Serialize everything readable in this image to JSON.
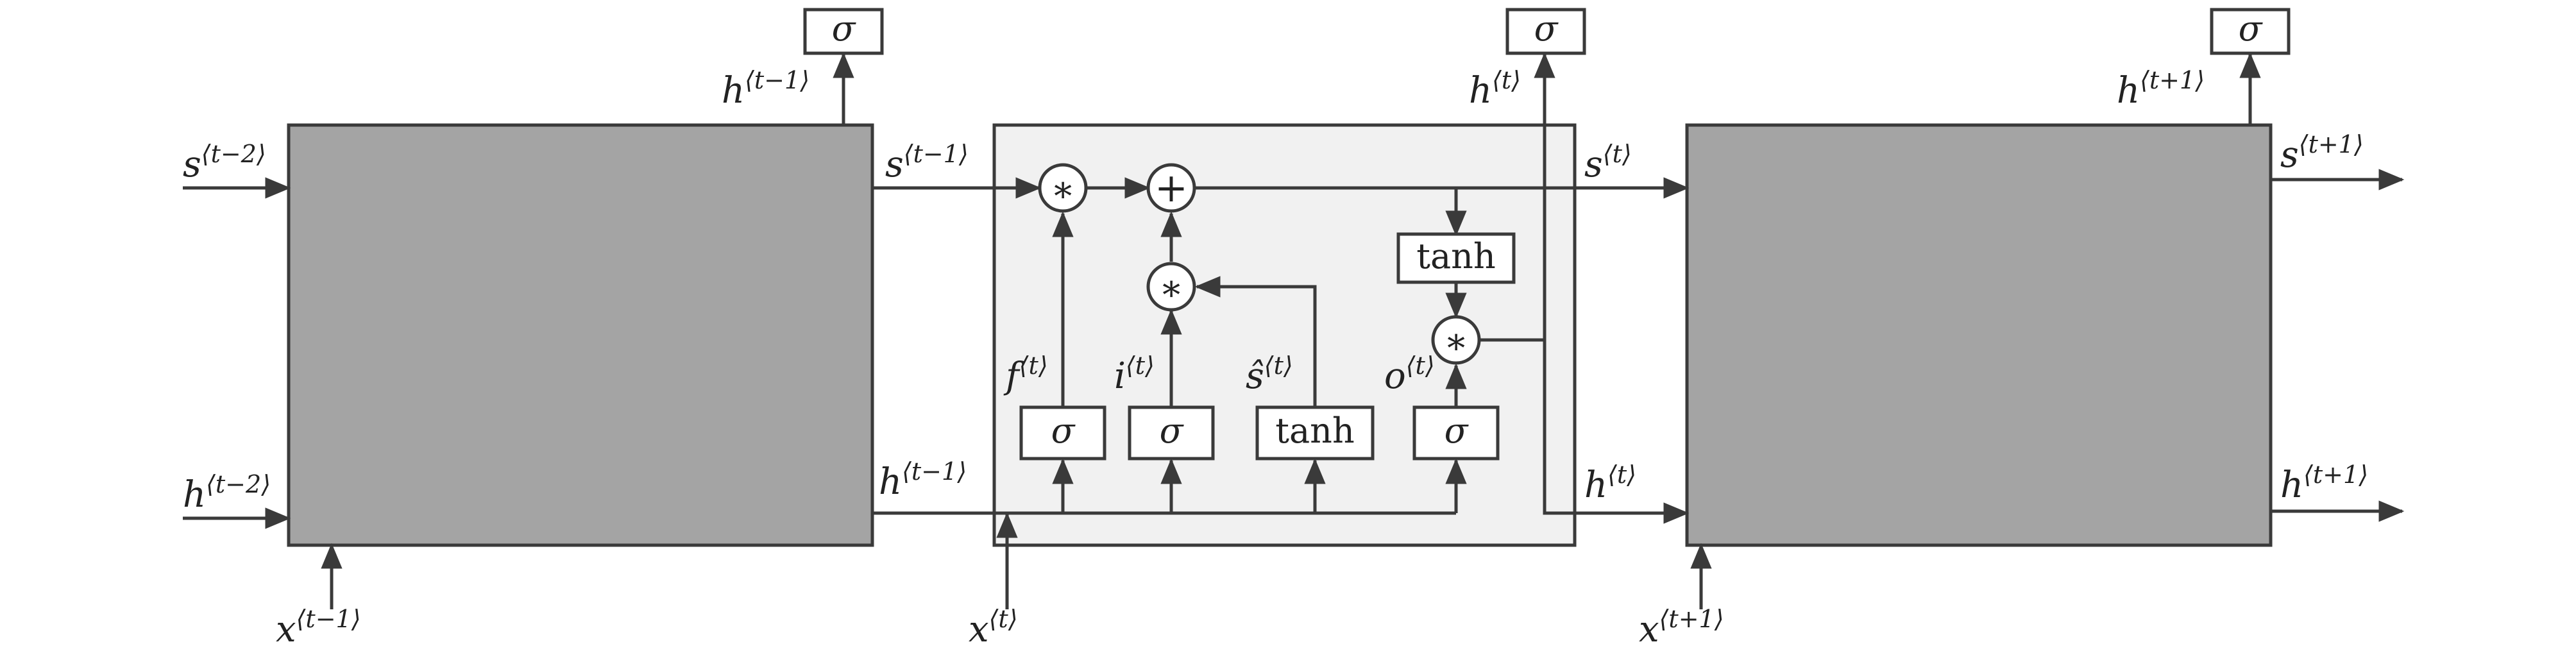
{
  "labels": {
    "s_t_minus_2": {
      "base": "s",
      "sup": "⟨t−2⟩"
    },
    "h_t_minus_2": {
      "base": "h",
      "sup": "⟨t−2⟩"
    },
    "x_t_minus_1": {
      "base": "x",
      "sup": "⟨t−1⟩"
    },
    "h_out_t_minus_1": {
      "base": "h",
      "sup": "⟨t−1⟩"
    },
    "s_t_minus_1": {
      "base": "s",
      "sup": "⟨t−1⟩"
    },
    "h_in_t_minus_1": {
      "base": "h",
      "sup": "⟨t−1⟩"
    },
    "x_t": {
      "base": "x",
      "sup": "⟨t⟩"
    },
    "f_t": {
      "base": "f",
      "sup": "⟨t⟩"
    },
    "i_t": {
      "base": "i",
      "sup": "⟨t⟩"
    },
    "shat_t": {
      "base": "ŝ",
      "sup": "⟨t⟩"
    },
    "o_t": {
      "base": "o",
      "sup": "⟨t⟩"
    },
    "h_out_t": {
      "base": "h",
      "sup": "⟨t⟩"
    },
    "s_t": {
      "base": "s",
      "sup": "⟨t⟩"
    },
    "h_t": {
      "base": "h",
      "sup": "⟨t⟩"
    },
    "x_t_plus_1": {
      "base": "x",
      "sup": "⟨t+1⟩"
    },
    "h_out_t_plus_1": {
      "base": "h",
      "sup": "⟨t+1⟩"
    },
    "s_t_plus_1": {
      "base": "s",
      "sup": "⟨t+1⟩"
    },
    "h_t_plus_1": {
      "base": "h",
      "sup": "⟨t+1⟩"
    }
  },
  "gates": {
    "sigma": "σ",
    "tanh": "tanh",
    "multiply": "∗",
    "add": "+"
  },
  "colors": {
    "cell_fill": "#a4a4a4",
    "center_fill": "#f1f1f1",
    "stroke": "#3a3a3a"
  }
}
